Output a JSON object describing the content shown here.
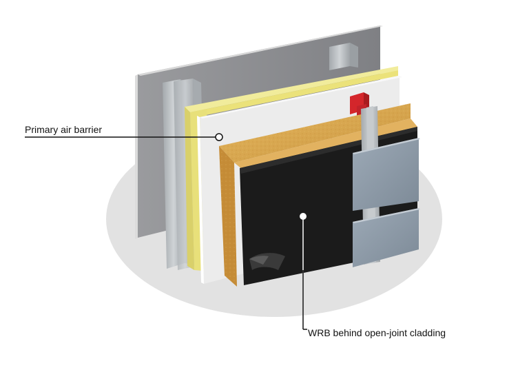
{
  "labels": {
    "primary_air_barrier": "Primary air barrier",
    "wrb": "WRB behind open-joint cladding"
  },
  "layers": [
    {
      "name": "gypsum-board",
      "color": "#8e8f92"
    },
    {
      "name": "steel-stud",
      "color": "#b8bcbf"
    },
    {
      "name": "yellow-sheathing",
      "color": "#e8e07a"
    },
    {
      "name": "air-barrier-membrane",
      "color": "#e9e9e9"
    },
    {
      "name": "mineral-wool-insulation",
      "color": "#d9a84e"
    },
    {
      "name": "weather-resistive-barrier",
      "color": "#1b1b1b"
    },
    {
      "name": "cladding-panel",
      "color": "#8a97a4"
    },
    {
      "name": "red-clip",
      "color": "#d4262b"
    }
  ],
  "colors": {
    "ground_ellipse": "#e2e2e2",
    "leader_line": "#111111"
  }
}
